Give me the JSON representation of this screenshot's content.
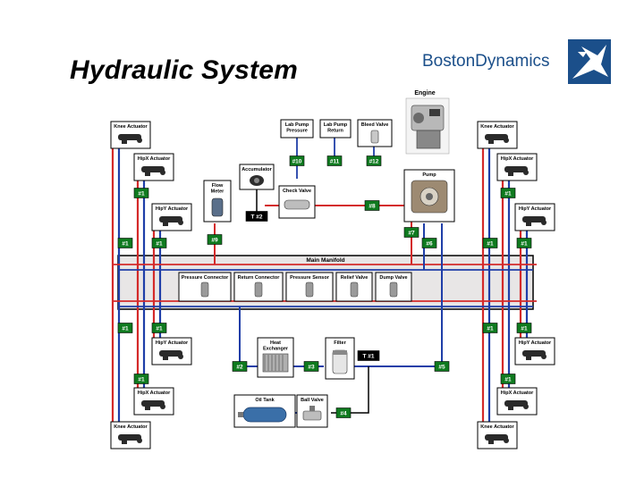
{
  "title": "Hydraulic System",
  "brand": "BostonDynamics",
  "colors": {
    "pressure": "#d42a2a",
    "return": "#1f3ea8",
    "tag_bg": "#0f7a1f",
    "tag_dark": "#000000",
    "manifold": "#e8e6e6"
  },
  "manifold": {
    "label": "Main Manifold",
    "components": [
      "Pressure Connector",
      "Return Connector",
      "Pressure Sensor",
      "Relief Valve",
      "Dump Valve"
    ]
  },
  "actuators": {
    "left": [
      "Knee Actuator",
      "HipX Actuator",
      "HipY Actuator",
      "HipY Actuator",
      "HipX Actuator",
      "Knee Actuator"
    ],
    "right": [
      "Knee Actuator",
      "HipX Actuator",
      "HipY Actuator",
      "HipY Actuator",
      "HipX Actuator",
      "Knee Actuator"
    ]
  },
  "components": {
    "engine": "Engine",
    "pump": "Pump",
    "accumulator": "Accumulator",
    "flow_meter": "Flow\nMeter",
    "check_valve": "Check Valve",
    "lab_pump_pressure": "Lab Pump\nPressure",
    "lab_pump_return": "Lab Pump\nReturn",
    "bleed_valve": "Bleed Valve",
    "heat_exchanger": "Heat\nExchanger",
    "filter": "Filter",
    "oil_tank": "Oil Tank",
    "ball_valve": "Ball Valve"
  },
  "tags": {
    "t1": "#1",
    "t2": "#2",
    "t3": "#3",
    "t4": "#4",
    "t5": "#5",
    "t6": "#6",
    "t7": "#7",
    "t8": "#8",
    "t9": "#9",
    "t10": "#10",
    "t11": "#11",
    "t12": "#12",
    "T1": "T #1",
    "T2": "T #2"
  }
}
